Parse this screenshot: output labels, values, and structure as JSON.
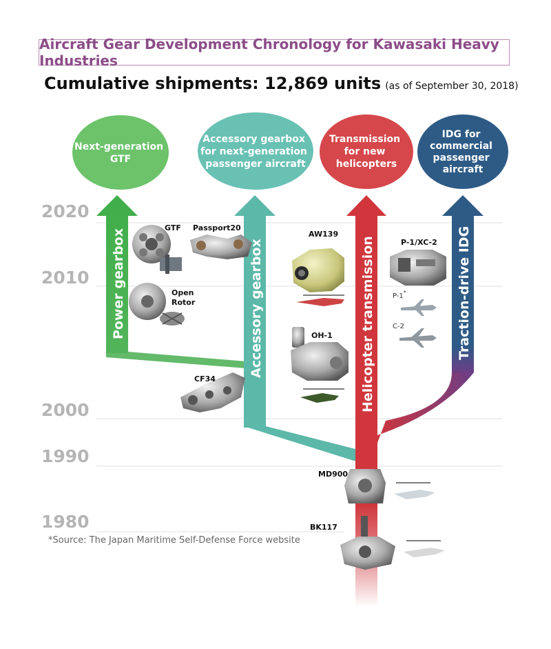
{
  "title": "Aircraft Gear Development Chronology for Kawasaki Heavy Industries",
  "subtitle": {
    "text": "Cumulative shipments: 12,869 units",
    "as_of": "(as of September 30, 2018)"
  },
  "years": [
    "2020",
    "2010",
    "2000",
    "1990",
    "1980"
  ],
  "branches": [
    {
      "id": "power",
      "label": "Power gearbox",
      "color": "#3fae49",
      "bubble": [
        "Next-generation",
        "GTF"
      ]
    },
    {
      "id": "accessory",
      "label": "Accessory gearbox",
      "color": "#5cb8a9",
      "bubble": [
        "Accessory gearbox",
        "for next-generation",
        "passenger aircraft"
      ]
    },
    {
      "id": "heli",
      "label": "Helicopter transmission",
      "color": "#d0363c",
      "bubble": [
        "Transmission",
        "for new",
        "helicopters"
      ]
    },
    {
      "id": "idg",
      "label": "Traction-drive IDG",
      "color": "#2e5b86",
      "bubble": [
        "IDG for",
        "commercial",
        "passenger",
        "aircraft"
      ]
    }
  ],
  "products": {
    "gtf": "GTF",
    "passport": "Passport20",
    "open_rotor": [
      "Open",
      "Rotor"
    ],
    "cf34": "CF34",
    "aw139": "AW139",
    "oh1": "OH-1",
    "p1xc2": "P-1/XC-2",
    "p1": "P-1",
    "p1_mark": "*",
    "c2": "C-2",
    "md900": "MD900",
    "bk117": "BK117"
  },
  "footnote": "*Source: The Japan Maritime Self-Defense Force website"
}
